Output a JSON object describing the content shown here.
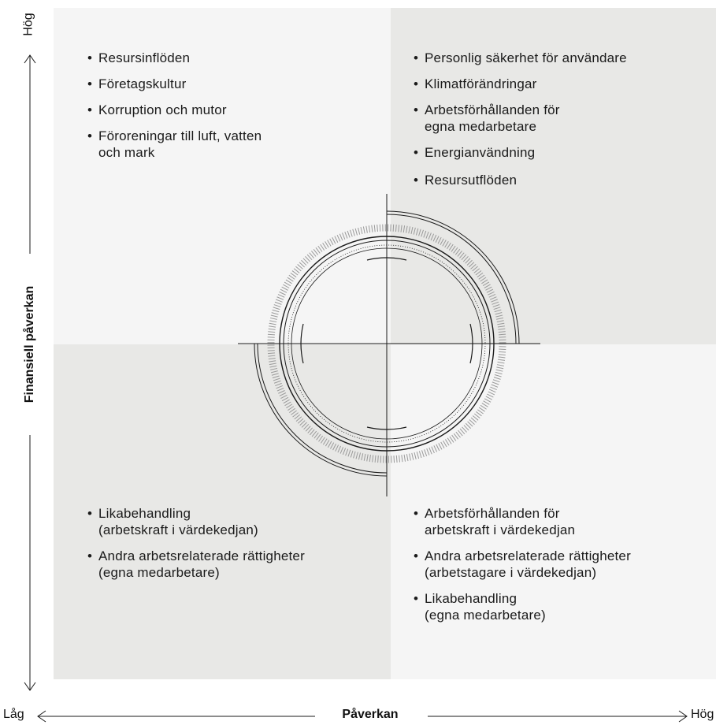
{
  "axes": {
    "y_title": "Finansiell påverkan",
    "y_high": "Hög",
    "x_title": "Påverkan",
    "x_low": "Låg",
    "x_high": "Hög"
  },
  "quadrants": {
    "top_left": [
      "Resursinflöden",
      "Företagskultur",
      "Korruption och mutor",
      "Föroreningar till luft, vatten\noch mark"
    ],
    "top_right": [
      "Personlig säkerhet för användare",
      "Klimatförändringar",
      "Arbetsförhållanden för\negna medarbetare",
      "Energianvändning",
      "Resursutflöden"
    ],
    "bottom_left": [
      "Likabehandling\n(arbetskraft i värdekedjan)",
      "Andra arbetsrelaterade rättigheter\n(egna medarbetare)"
    ],
    "bottom_right": [
      "Arbetsförhållanden för\narbetskraft i värdekedjan",
      "Andra arbetsrelaterade rättigheter\n(arbetstagare i värdekedjan)",
      "Likabehandling\n(egna medarbetare)"
    ]
  },
  "colors": {
    "light_quadrant": "#f5f5f5",
    "dark_quadrant": "#e8e8e6",
    "line": "#1a1a1a"
  }
}
